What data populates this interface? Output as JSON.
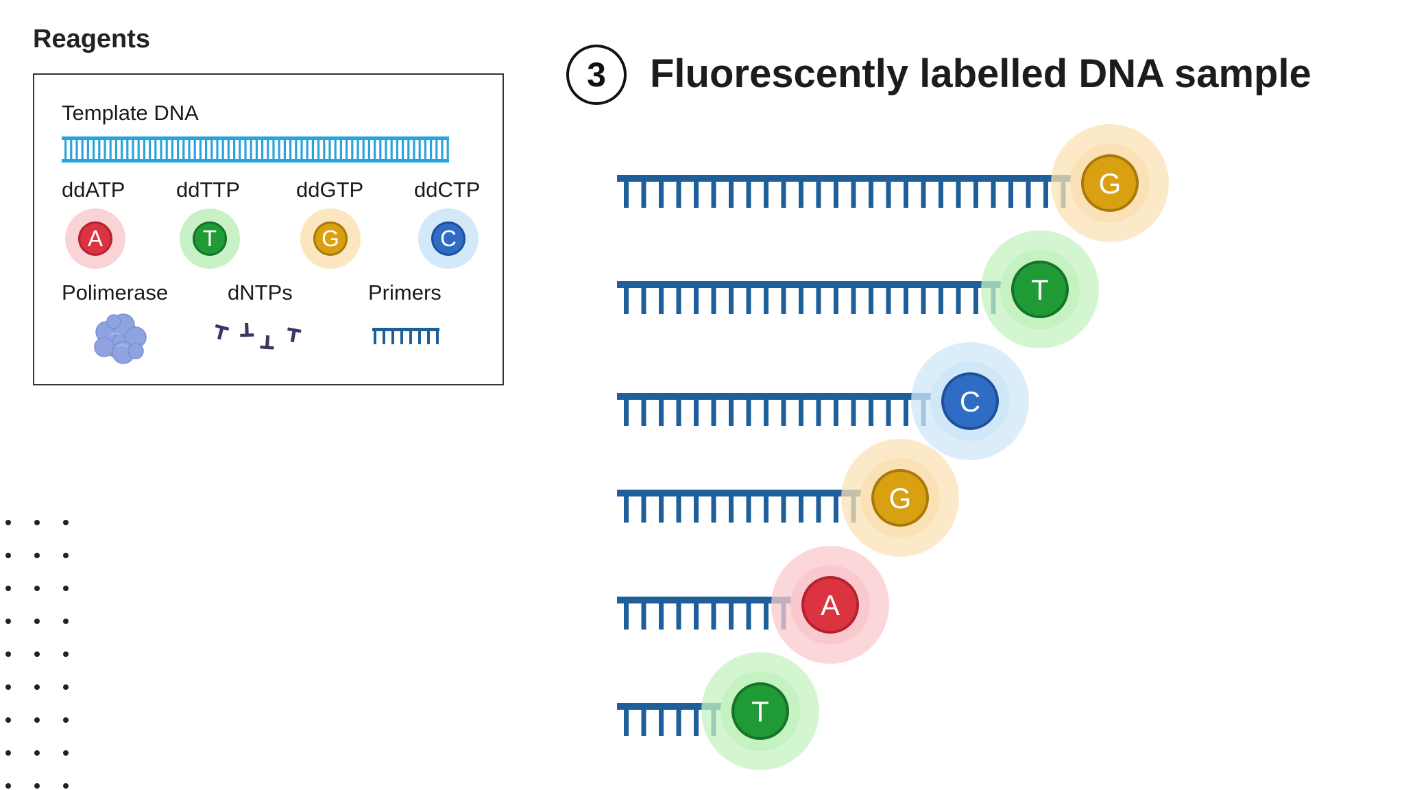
{
  "reagents": {
    "title": "Reagents",
    "template_label": "Template DNA",
    "ddntps": [
      {
        "label": "ddATP",
        "letter": "A",
        "halo": "#f9d3d6",
        "core": "#dc3340",
        "ring": "#b32230"
      },
      {
        "label": "ddTTP",
        "letter": "T",
        "halo": "#c8f2c6",
        "core": "#1f9a35",
        "ring": "#15722a"
      },
      {
        "label": "ddGTP",
        "letter": "G",
        "halo": "#fbe6bf",
        "core": "#d9a012",
        "ring": "#a9770a"
      },
      {
        "label": "ddCTP",
        "letter": "C",
        "halo": "#d3e9f8",
        "core": "#2f6cc3",
        "ring": "#1f4f99"
      }
    ],
    "polymerase_label": "Polimerase",
    "dntps_label": "dNTPs",
    "primers_label": "Primers"
  },
  "step": {
    "number": "3",
    "title": "Fluorescently labelled DNA sample"
  },
  "fragments": [
    {
      "letter": "G",
      "teeth": 26
    },
    {
      "letter": "T",
      "teeth": 22
    },
    {
      "letter": "C",
      "teeth": 18
    },
    {
      "letter": "G",
      "teeth": 14
    },
    {
      "letter": "A",
      "teeth": 10
    },
    {
      "letter": "T",
      "teeth": 6
    }
  ],
  "colors": {
    "template_strand": "#29a3df",
    "fragment_strand": "#1f5f99",
    "dntp": "#3a3565",
    "polymerase": "#8fa3e0"
  },
  "nucleotide_colors": {
    "A": {
      "halo": "#f9c9cd",
      "core": "#dc3340",
      "ring": "#b32230"
    },
    "T": {
      "halo": "#c4f2c0",
      "core": "#1f9a35",
      "ring": "#15722a"
    },
    "G": {
      "halo": "#fbe2b6",
      "core": "#d9a012",
      "ring": "#a9770a"
    },
    "C": {
      "halo": "#d0e7f8",
      "core": "#2f6cc3",
      "ring": "#1f4f99"
    }
  }
}
